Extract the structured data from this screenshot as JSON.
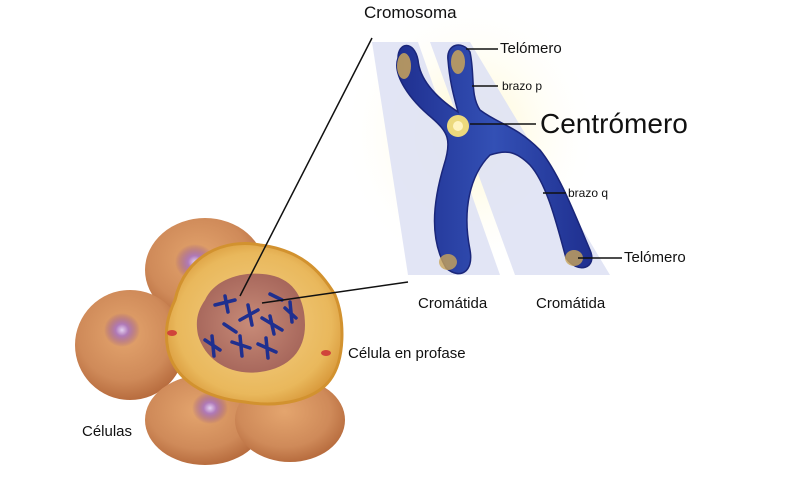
{
  "labels": {
    "cromosoma": "Cromosoma",
    "telomero_top": "Telómero",
    "brazo_p": "brazo p",
    "centromero": "Centrómero",
    "brazo_q": "brazo q",
    "telomero_bottom": "Telómero",
    "cromatida_left": "Cromátida",
    "cromatida_right": "Cromátida",
    "celula_profase": "Célula en profase",
    "celulas": "Células"
  },
  "colors": {
    "chromatid": "#2a3f9e",
    "chromatid_highlight": "#c9a55a",
    "centromere_glow": "#f7e27a",
    "cell_outer": "#c6762f",
    "cell_membrane": "#f1d77a",
    "nucleus": "#b0625a",
    "background_cells": "#c97a55",
    "leader_lines": "#111111",
    "panel_bands": "#d9dcf2"
  }
}
